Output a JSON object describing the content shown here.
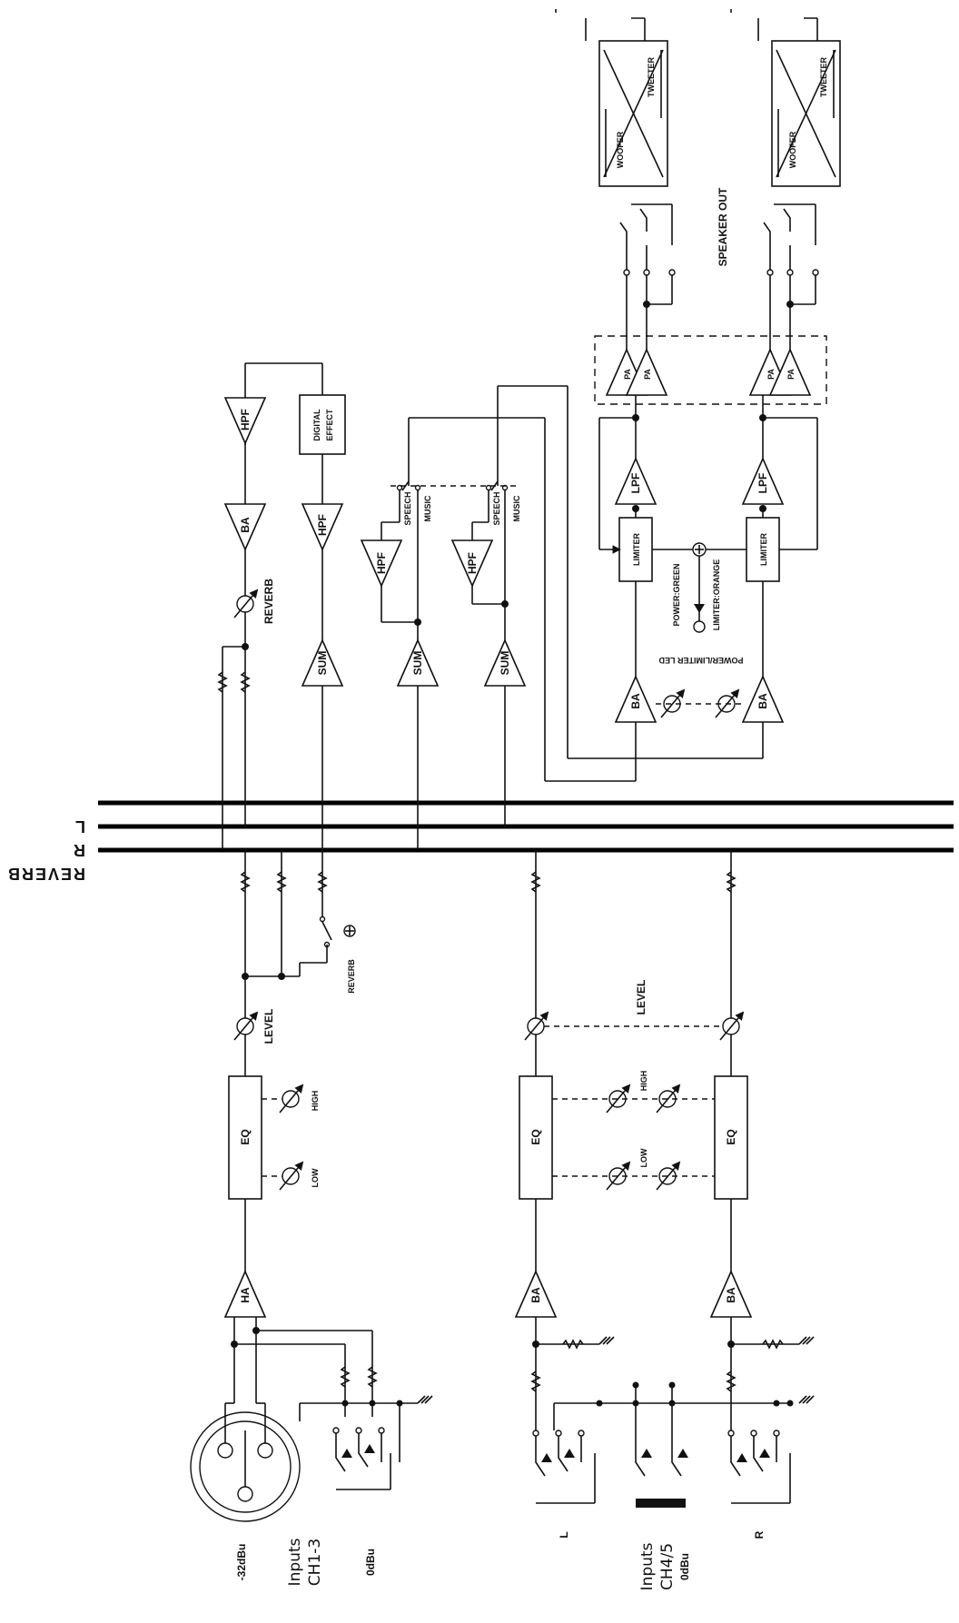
{
  "bus_labels": {
    "reverb": "REVERB",
    "r": "R",
    "l": "L"
  },
  "blocks": {
    "hpf": "HPF",
    "ba": "BA",
    "digital_effect": [
      "DIGITAL",
      "EFFECT"
    ],
    "sum": "SUM",
    "lpf": "LPF",
    "limiter": "LIMITER",
    "pa": "PA",
    "eq": "EQ",
    "ha": "HA",
    "woofer": "WOOFER",
    "tweeter": "TWEETER"
  },
  "controls": {
    "reverb": "REVERB",
    "level": "LEVEL",
    "high": "HIGH",
    "low": "LOW",
    "speech": "SPEECH",
    "music": "MUSIC"
  },
  "annotations": {
    "speaker_out": "SPEAKER OUT",
    "power_green": "POWER:GREEN",
    "limiter_orange": "LIMITER:ORANGE",
    "power_limiter_led": "POWER/LIMITER LED",
    "channel_l": "L",
    "channel_r": "R"
  },
  "inputs": {
    "ch13": {
      "title": "Inputs",
      "channel": "CH1-3",
      "level_mic": "-32dBu",
      "level_line": "0dBu"
    },
    "ch45": {
      "title": "Inputs",
      "channel": "CH4/5",
      "level": "0dBu"
    }
  }
}
